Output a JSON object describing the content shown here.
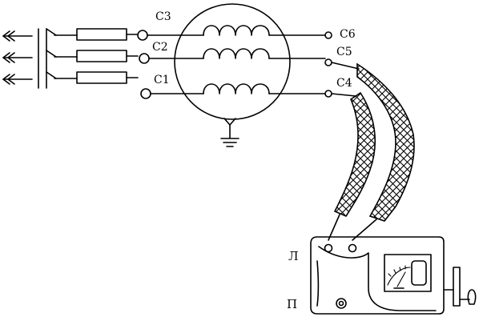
{
  "terminals": {
    "c1": "С1",
    "c2": "С2",
    "c3": "С3",
    "c4": "С4",
    "c5": "С5",
    "c6": "С6"
  },
  "meter": {
    "terminal_left_label": "Л",
    "terminal_bottom_label": "П"
  },
  "icons": {
    "supply": "arrow-icon",
    "fuse": "fuse-icon",
    "winding": "coil-icon",
    "ground": "ground-icon",
    "probe": "braided-cable-icon",
    "meter": "megohmmeter-icon",
    "crank": "crank-handle-icon"
  },
  "colors": {
    "stroke": "#000000",
    "background": "#ffffff"
  }
}
